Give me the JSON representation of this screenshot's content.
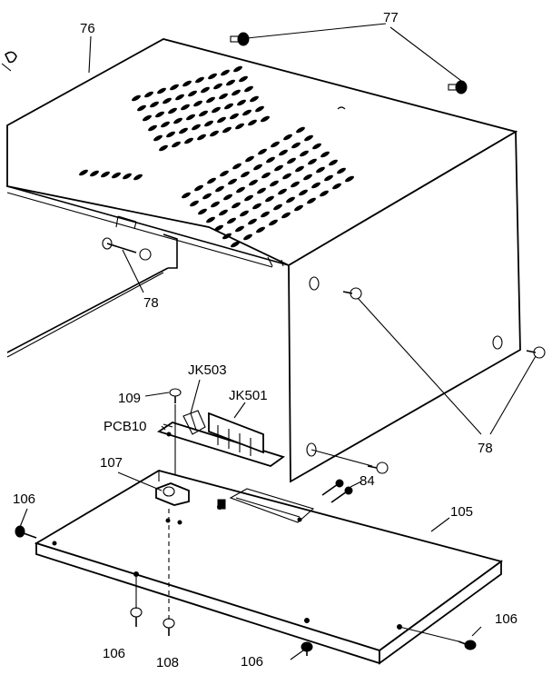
{
  "diagram": {
    "parts": {
      "p76": "76",
      "p77": "77",
      "p78a": "78",
      "p78b": "78",
      "p109": "109",
      "jk503": "JK503",
      "jk501": "JK501",
      "pcb10": "PCB10",
      "p84": "84",
      "p107": "107",
      "p106a": "106",
      "p105": "105",
      "p106b": "106",
      "p106c": "106",
      "p108": "108",
      "p106d": "106"
    }
  }
}
